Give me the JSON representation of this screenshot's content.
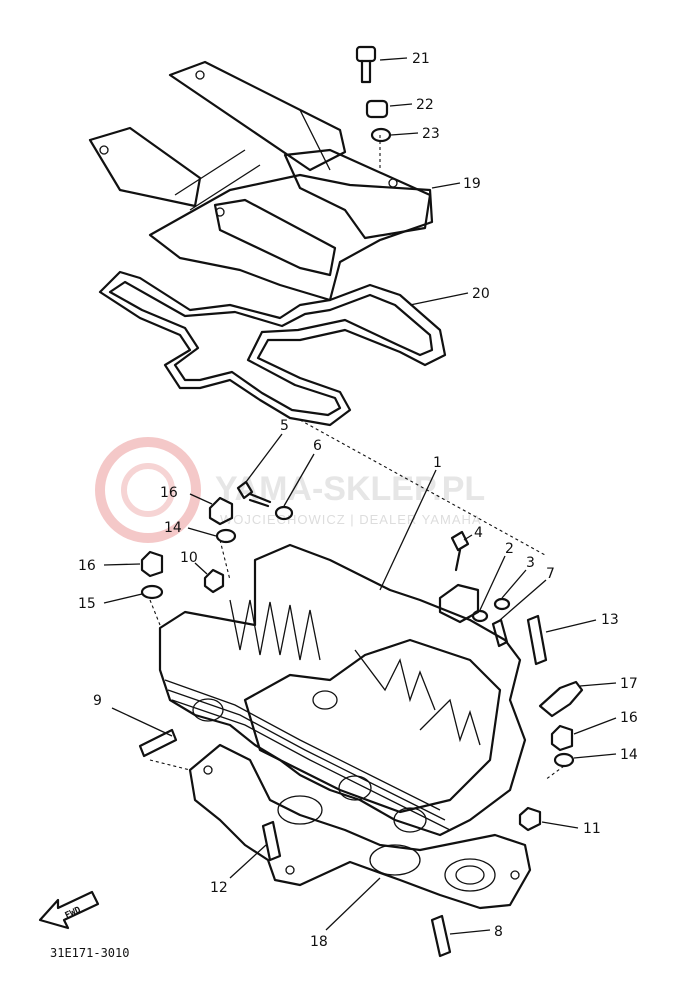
{
  "watermark": {
    "main": "YAMA-SKLEP.PL",
    "sub": "WOJCIECHOWICZ | DEALER YAMAHA"
  },
  "callouts": [
    "21",
    "22",
    "23",
    "19",
    "20",
    "5",
    "6",
    "1",
    "16",
    "14",
    "16",
    "10",
    "15",
    "4",
    "2",
    "3",
    "7",
    "13",
    "17",
    "16",
    "14",
    "9",
    "11",
    "12",
    "18",
    "8"
  ],
  "diagram_code": "31E171-3010",
  "fwd_label": "FWD",
  "colors": {
    "line": "#111111",
    "watermark": "#e6e6e6",
    "logo": "#f4c8c8"
  }
}
